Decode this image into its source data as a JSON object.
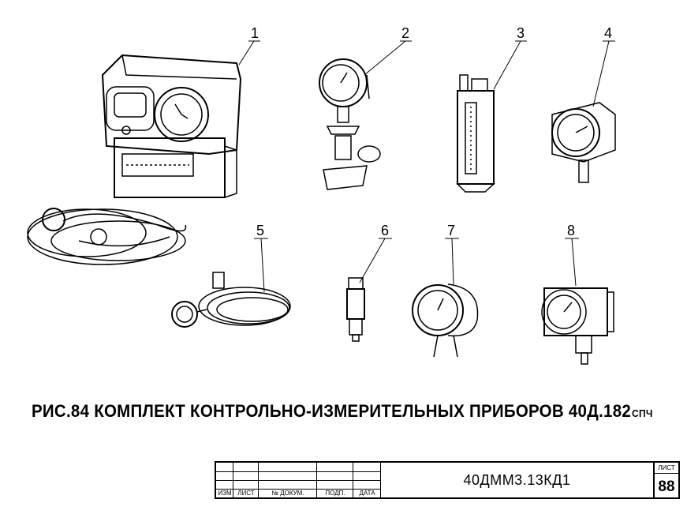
{
  "figure": {
    "callouts": [
      "1",
      "2",
      "3",
      "4",
      "5",
      "6",
      "7",
      "8"
    ],
    "caption": {
      "text": "РИС.84 КОМПЛЕКТ КОНТРОЛЬНО-ИЗМЕРИТЕЛЬНЫХ ПРИБОРОВ 40Д.182",
      "suffix": "СПЧ"
    }
  },
  "title_block": {
    "columns": [
      "ИЗМ",
      "ЛИСТ",
      "№ ДОКУМ.",
      "ПОДП.",
      "ДАТА"
    ],
    "document_number": "40ДММ3.13КД1",
    "sheet_label": "ЛИСТ",
    "sheet_number": "88"
  }
}
